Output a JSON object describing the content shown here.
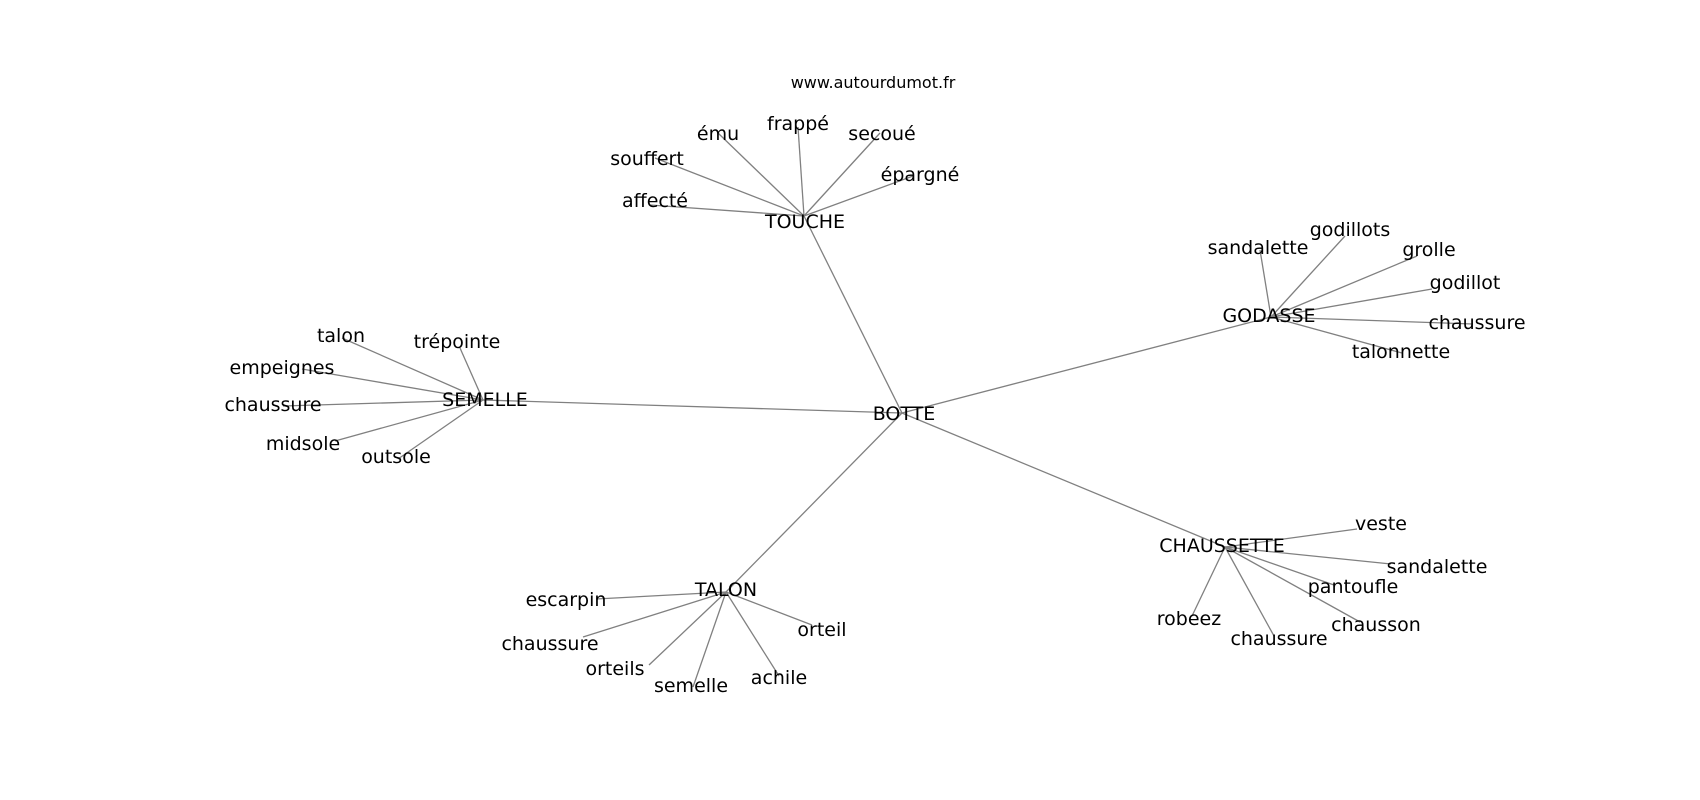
{
  "credit": "www.autourdumot.fr",
  "colors": {
    "edge": "#808080",
    "text": "#000000",
    "background": "#ffffff"
  },
  "graph": {
    "center": "BOTTE",
    "hubs": [
      {
        "id": "touche",
        "label": "TOUCHE",
        "leaves": [
          "ému",
          "frappé",
          "secoué",
          "souffert",
          "épargné",
          "affecté"
        ]
      },
      {
        "id": "godasse",
        "label": "GODASSE",
        "leaves": [
          "sandalette",
          "godillots",
          "grolle",
          "godillot",
          "chaussure",
          "talonnette"
        ]
      },
      {
        "id": "semelle",
        "label": "SEMELLE",
        "leaves": [
          "talon",
          "trépointe",
          "empeignes",
          "chaussure",
          "midsole",
          "outsole"
        ]
      },
      {
        "id": "talon",
        "label": "TALON",
        "leaves": [
          "escarpin",
          "chaussure",
          "orteil",
          "orteils",
          "semelle",
          "achile"
        ]
      },
      {
        "id": "chaussette",
        "label": "CHAUSSETTE",
        "leaves": [
          "veste",
          "sandalette",
          "pantoufle",
          "robeez",
          "chausson",
          "chaussure"
        ]
      }
    ]
  }
}
